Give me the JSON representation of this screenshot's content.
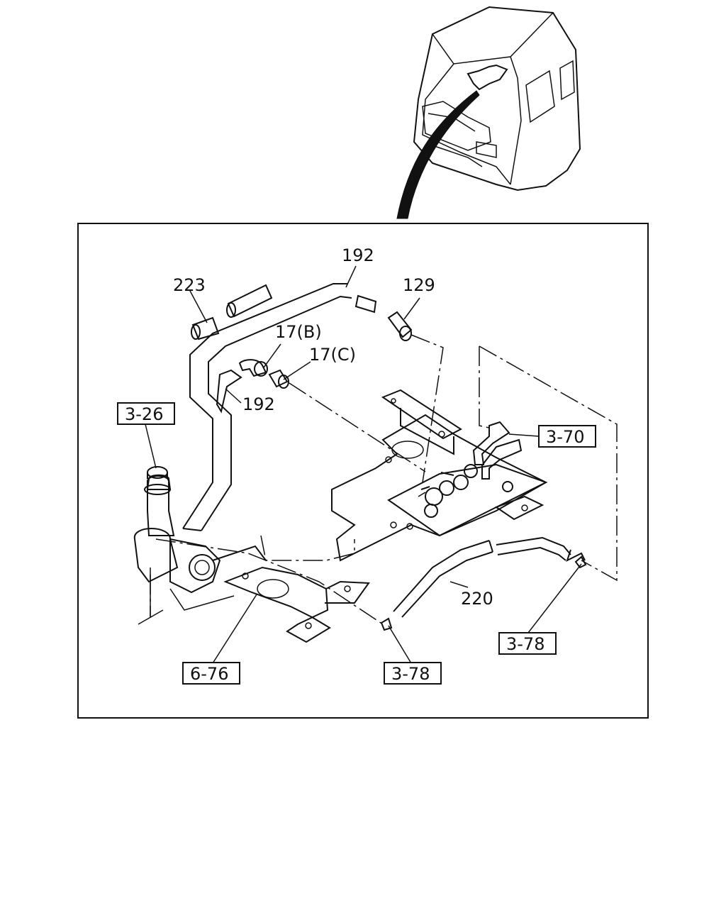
{
  "part_labels": {
    "p192_top": "192",
    "p223": "223",
    "p129": "129",
    "p17b": "17(B)",
    "p17c": "17(C)",
    "p192_mid": "192",
    "p220": "220"
  },
  "ref_boxes": {
    "r3_26": "3-26",
    "r3_70": "3-70",
    "r3_78_right": "3-78",
    "r3_78_bottom": "3-78",
    "r6_76": "6-76"
  }
}
